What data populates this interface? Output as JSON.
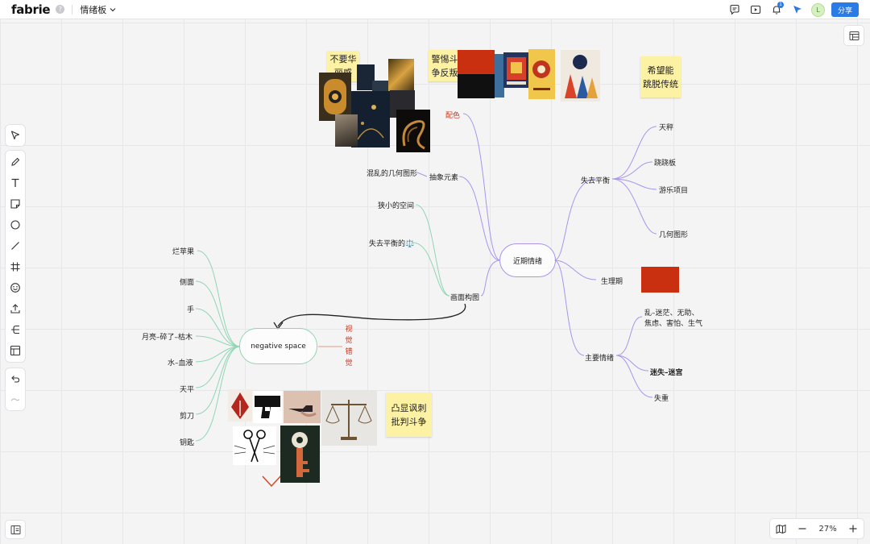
{
  "app": {
    "logo": "fabrie",
    "help_glyph": "?",
    "board_name": "情绪板",
    "notification_count": "1",
    "avatar_initial": "L",
    "share_label": "分享",
    "zoom": "27%"
  },
  "icons": {
    "top": [
      "comment-icon",
      "present-icon",
      "bell-icon",
      "cursor-follow-icon"
    ],
    "tools": [
      "select-icon",
      "pen-icon",
      "text-icon",
      "sticky-icon",
      "circle-icon",
      "line-icon",
      "frame-icon",
      "emoji-icon",
      "upload-icon",
      "mindmap-icon",
      "template-icon",
      "undo-icon",
      "redo-icon"
    ]
  },
  "colors": {
    "accent": "#2b7be6",
    "mindmap_right": "#9b87e8",
    "mindmap_left": "#7fcfaa",
    "red_swatch": "#c8300f",
    "sticky": "#fdf1a4"
  },
  "mindmap": {
    "center": "近期情绪",
    "palette": "配色",
    "abstract": "抽象元素",
    "chaotic_geometry": "混乱的几何图形",
    "composition": "画面构图",
    "narrow_space": "狭小的空间",
    "off_balance_small": "失去平衡的⚖️",
    "off_balance": "失去平衡",
    "scale": "天秤",
    "seesaw": "跷跷板",
    "ride": "游乐项目",
    "geometry": "几何图形",
    "period": "生理期",
    "main_emotion": "主要情绪",
    "emotion_list_1": "乱–迷茫、无助、",
    "emotion_list_2": "焦虑、害怕、生气",
    "lost_maze": "迷失–迷宫",
    "weightless": "失重",
    "negative_space": "negative space",
    "visual_illusion": [
      "视",
      "觉",
      "错",
      "觉"
    ],
    "left_items": [
      "烂苹果",
      "侧面",
      "手",
      "月亮–碎了–枯木",
      "水–血液",
      "天平",
      "剪刀",
      "钥匙"
    ]
  },
  "stickies": {
    "not_fancy": "不要华\n丽感",
    "warning": "警惕斗\n争反叛",
    "break_tradition": "希望能\n跳脱传统",
    "irony": "凸显讽刺\n批判斗争"
  }
}
